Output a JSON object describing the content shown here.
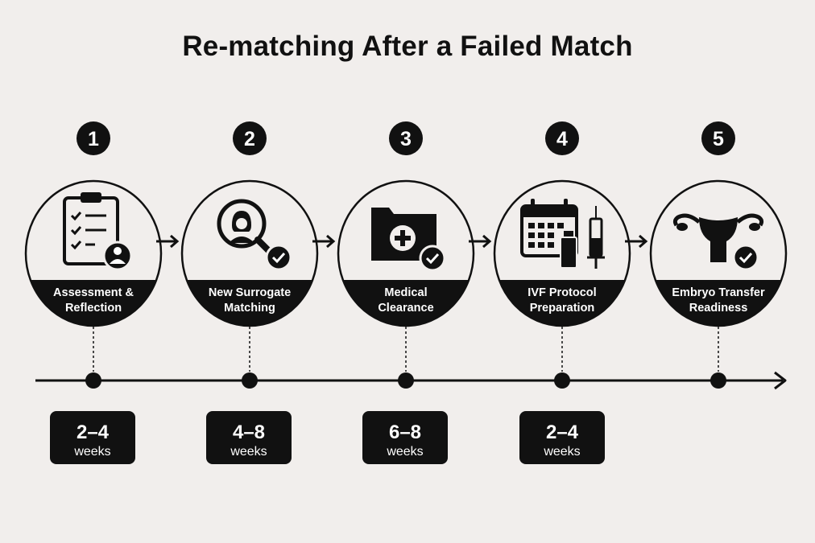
{
  "title": "Re-matching After a Failed Match",
  "steps": [
    {
      "number": "1",
      "label_line1": "Assessment &",
      "label_line2": "Reflection",
      "icon": "clipboard-checklist-person-icon"
    },
    {
      "number": "2",
      "label_line1": "New Surrogate",
      "label_line2": "Matching",
      "icon": "magnifier-person-check-icon"
    },
    {
      "number": "3",
      "label_line1": "Medical",
      "label_line2": "Clearance",
      "icon": "medical-folder-check-icon"
    },
    {
      "number": "4",
      "label_line1": "IVF Protocol",
      "label_line2": "Preparation",
      "icon": "calendar-vial-syringe-icon"
    },
    {
      "number": "5",
      "label_line1": "Embryo Transfer",
      "label_line2": "Readiness",
      "icon": "uterus-check-icon"
    }
  ],
  "durations": [
    {
      "value": "2–4",
      "unit": "weeks"
    },
    {
      "value": "4–8",
      "unit": "weeks"
    },
    {
      "value": "6–8",
      "unit": "weeks"
    },
    {
      "value": "2–4",
      "unit": "weeks"
    }
  ],
  "colors": {
    "background": "#f1eeec",
    "ink": "#111111",
    "text_on_dark": "#ffffff"
  }
}
